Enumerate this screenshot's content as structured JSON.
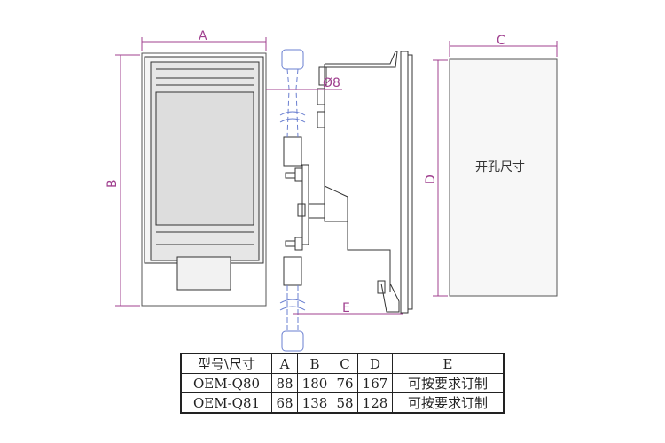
{
  "labels": {
    "A": "A",
    "B": "B",
    "C": "C",
    "D": "D",
    "E": "E",
    "diameter": "Ø8",
    "cutout": "开孔尺寸"
  },
  "table": {
    "headers": [
      "型号\\尺寸",
      "A",
      "B",
      "C",
      "D",
      "E"
    ],
    "rows": [
      [
        "OEM-Q80",
        "88",
        "180",
        "76",
        "167",
        "可按要求订制"
      ],
      [
        "OEM-Q81",
        "68",
        "138",
        "58",
        "128",
        "可按要求订制"
      ]
    ]
  },
  "colors": {
    "dimension": "#a0408f",
    "outline": "#333333",
    "cable": "#6a7fd0"
  }
}
